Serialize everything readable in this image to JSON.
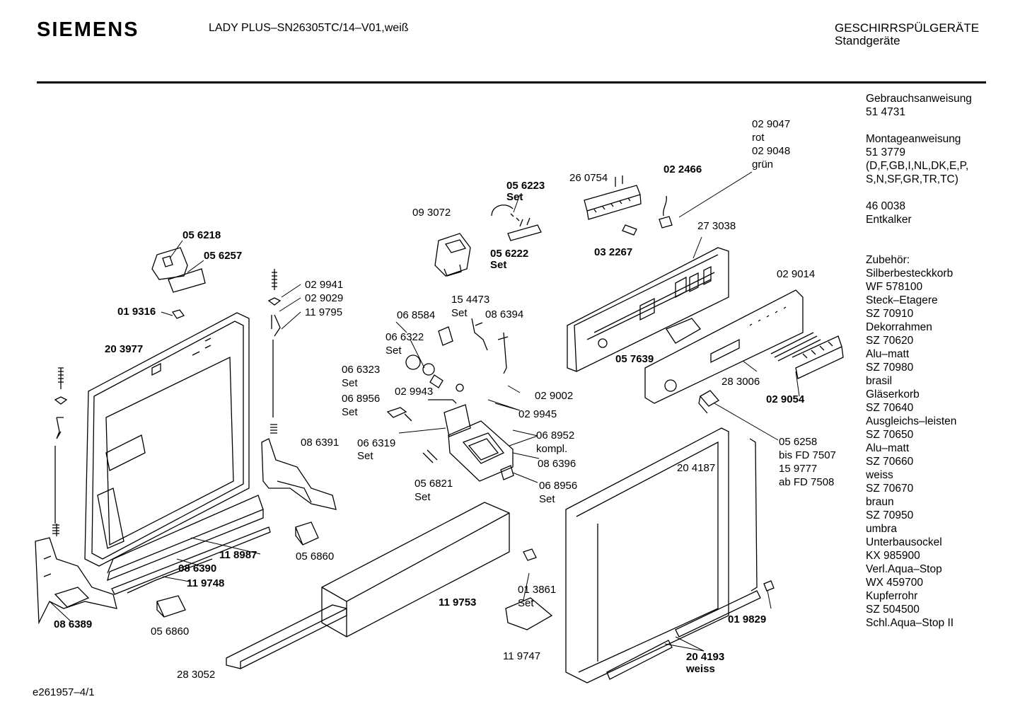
{
  "header": {
    "brand": "SIEMENS",
    "model": "LADY PLUS–SN26305TC/14–V01,weiß",
    "category": "GESCHIRRSPÜLGERÄTE",
    "subcategory": "Standgeräte"
  },
  "sidebar": {
    "lines": [
      "Gebrauchsanweisung",
      "51 4731",
      "",
      "Montageanweisung",
      "51 3779",
      "(D,F,GB,I,NL,DK,E,P,",
      "S,N,SF,GR,TR,TC)",
      "",
      "46 0038",
      "Entkalker",
      "",
      "",
      "Zubehör:",
      "Silberbesteckkorb",
      "WF 578100",
      "Steck–Etagere",
      "SZ 70910",
      "Dekorrahmen",
      "SZ 70620",
      "Alu–matt",
      "SZ 70980",
      "brasil",
      "Gläserkorb",
      "SZ 70640",
      "Ausgleichs–leisten",
      "SZ 70650",
      "Alu–matt",
      "SZ 70660",
      "weiss",
      "SZ 70670",
      "braun",
      "SZ 70950",
      "umbra",
      "Unterbausockel",
      "KX 985900",
      "Verl.Aqua–Stop",
      "WX 459700",
      "Kupferrohr",
      "SZ 504500",
      "Schl.Aqua–Stop II"
    ]
  },
  "footer": {
    "code": "e261957–4/1"
  },
  "labels": {
    "l01": "02 9047",
    "l02": "rot",
    "l03": "02 9048",
    "l04": "grün",
    "l05": "02 2466",
    "l06": "26 0754",
    "l07": "05 6223",
    "l08": "Set",
    "l09": "09 3072",
    "l10": "05 6222",
    "l11": "Set",
    "l12": "03 2267",
    "l13": "27 3038",
    "l14": "05 6218",
    "l15": "05 6257",
    "l16": "02 9941",
    "l17": "02 9029",
    "l18": "11 9795",
    "l19": "01 9316",
    "l20": "20 3977",
    "l21": "15 4473",
    "l22": "Set",
    "l23": "06 8584",
    "l24": "08 6394",
    "l25": "06 6322",
    "l26": "Set",
    "l27": "06 6323",
    "l28": "Set",
    "l29": "06 8956",
    "l30": "Set",
    "l31": "02 9943",
    "l32": "02 9002",
    "l33": "02 9945",
    "l34": "06 6319",
    "l35": "Set",
    "l36": "06 8952",
    "l37": "kompl.",
    "l38": "08 6396",
    "l39": "05 6821",
    "l40": "Set",
    "l41": "06 8956",
    "l42": "Set",
    "l43": "08 6391",
    "l44": "02 9014",
    "l45": "05 7639",
    "l46": "28 3006",
    "l47": "02 9054",
    "l48": "05 6258",
    "l49": "bis FD 7507",
    "l50": "15 9777",
    "l51": "ab FD 7508",
    "l52": "20 4187",
    "l53": "11 8987",
    "l54": "08 6390",
    "l55": "11 9748",
    "l56": "05 6860",
    "l57": "05 6860",
    "l58": "08 6389",
    "l59": "11 9753",
    "l60": "01 3861",
    "l61": "Set",
    "l62": "11 9747",
    "l63": "28 3052",
    "l64": "01 9829",
    "l65": "20 4193",
    "l66": "weiss"
  }
}
